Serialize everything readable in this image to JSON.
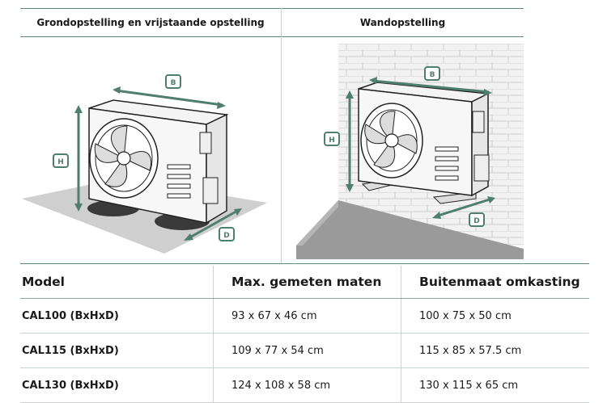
{
  "panels": {
    "left_title": "Grondopstelling en vrijstaande opstelling",
    "right_title": "Wandopstelling",
    "dimension_labels": {
      "width": "B",
      "height": "H",
      "depth": "D"
    }
  },
  "colors": {
    "accent": "#4f7d6f",
    "line": "#5e8a7c"
  },
  "table": {
    "headers": [
      "Model",
      "Max. gemeten maten",
      "Buitenmaat omkasting"
    ],
    "rows": [
      {
        "model": "CAL100 (BxHxD)",
        "measured": "93 x 67 x 46 cm",
        "housing": "100 x 75 x 50 cm"
      },
      {
        "model": "CAL115 (BxHxD)",
        "measured": "109 x 77 x 54 cm",
        "housing": "115 x 85 x 57.5 cm"
      },
      {
        "model": "CAL130 (BxHxD)",
        "measured": "124 x 108 x 58 cm",
        "housing": "130 x 115 x 65 cm"
      }
    ]
  }
}
